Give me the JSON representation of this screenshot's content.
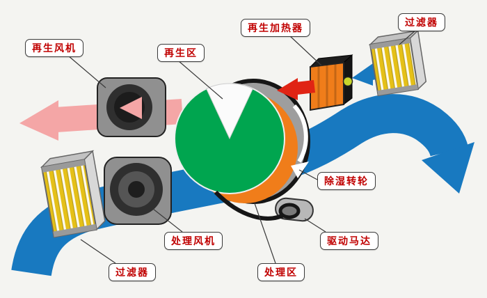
{
  "labels": {
    "regen_fan": "再生风机",
    "regen_zone": "再生区",
    "regen_heater": "再生加热器",
    "filter_top": "过滤器",
    "rotor": "除湿转轮",
    "drive_motor": "驱动马达",
    "process_zone": "处理区",
    "process_fan": "处理风机",
    "filter_bottom": "过滤器"
  },
  "colors": {
    "bg_color": "#f4f4f1",
    "airflow_blue": "#1879c0",
    "regen_pink": "#f4a6a6",
    "heat_red": "#e02414",
    "wheel_green": "#00a54f",
    "heater_orange": "#f07d1a",
    "filter_yellow": "#e5c018",
    "machine_gray": "#909090",
    "label_text": "#c00000"
  }
}
